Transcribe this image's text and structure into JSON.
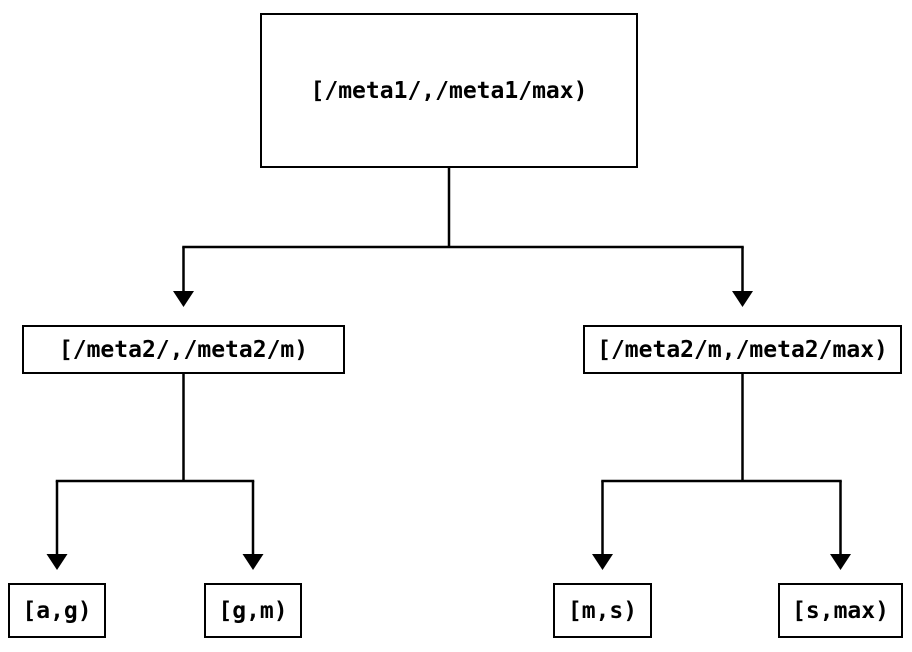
{
  "colors": {
    "background": "#ffffff",
    "line": "#000000",
    "text": "#000000"
  },
  "tree": {
    "nodes": {
      "root": {
        "label": "[/meta1/,/meta1/max)"
      },
      "meta2_left": {
        "label": "[/meta2/,/meta2/m)"
      },
      "meta2_right": {
        "label": "[/meta2/m,/meta2/max)"
      },
      "leaf_ag": {
        "label": "[a,g)"
      },
      "leaf_gm": {
        "label": "[g,m)"
      },
      "leaf_ms": {
        "label": "[m,s)"
      },
      "leaf_smax": {
        "label": "[s,max)"
      }
    },
    "edges": [
      {
        "from": "root",
        "to": "meta2_left"
      },
      {
        "from": "root",
        "to": "meta2_right"
      },
      {
        "from": "meta2_left",
        "to": "leaf_ag"
      },
      {
        "from": "meta2_left",
        "to": "leaf_gm"
      },
      {
        "from": "meta2_right",
        "to": "leaf_ms"
      },
      {
        "from": "meta2_right",
        "to": "leaf_smax"
      }
    ]
  }
}
